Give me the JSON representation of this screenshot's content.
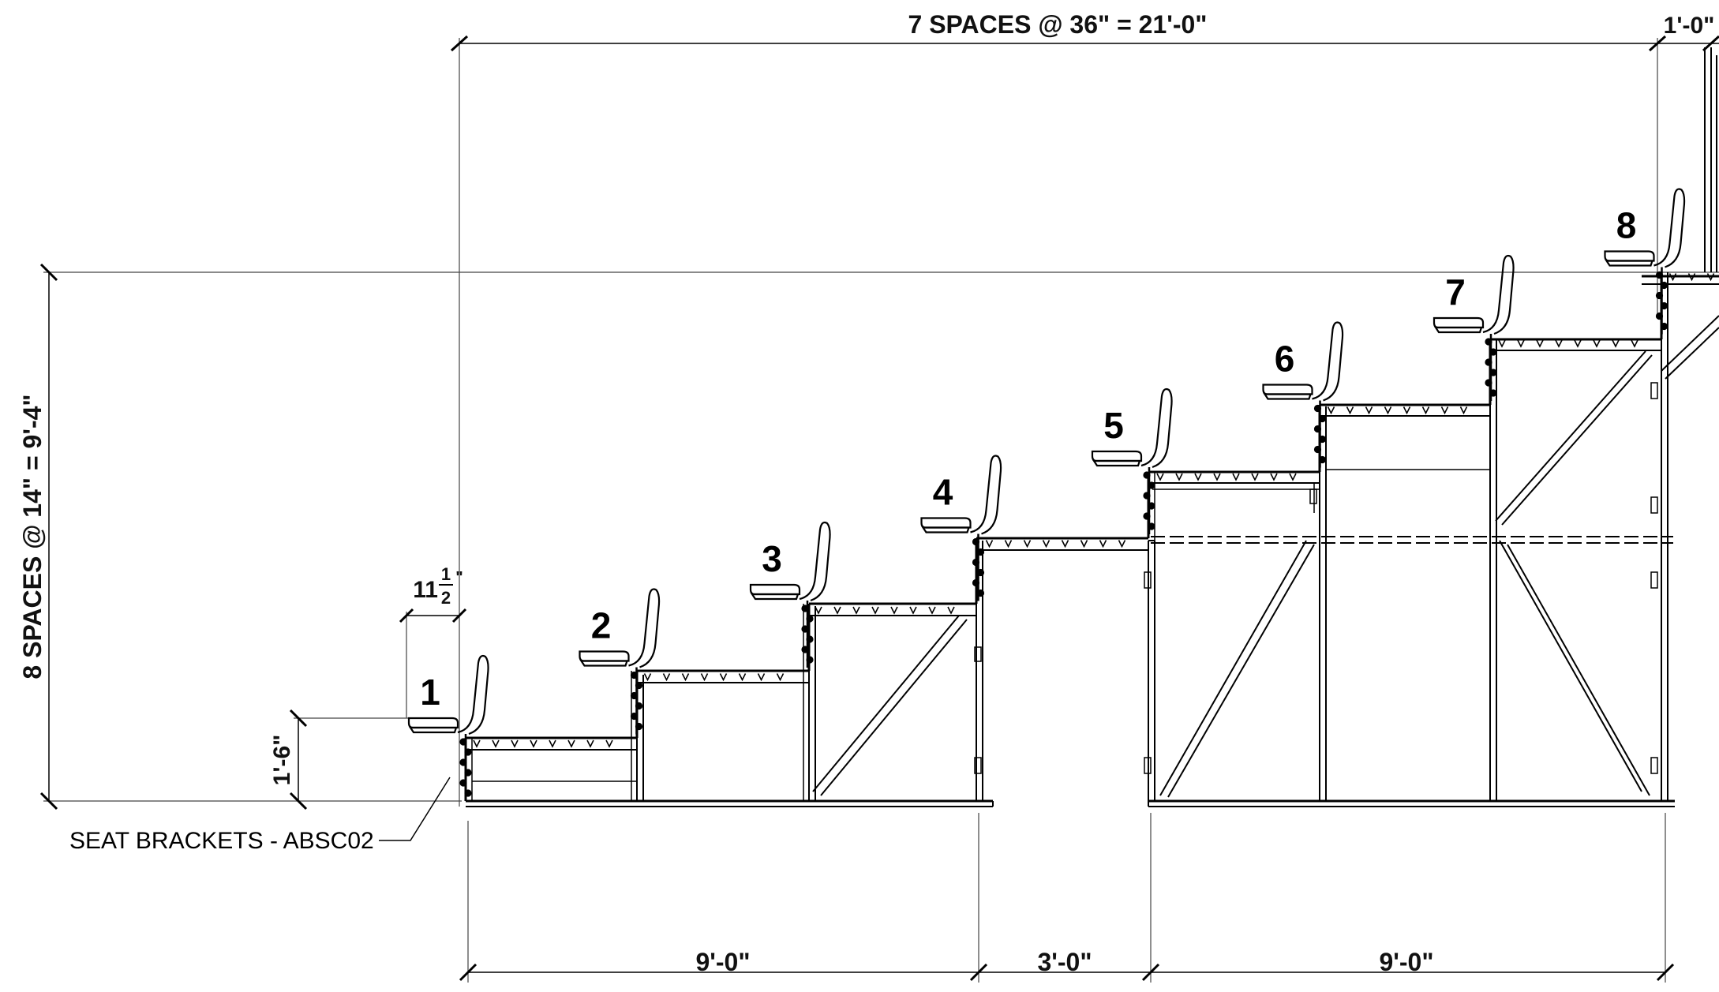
{
  "dimensions": {
    "top_overall": "7 SPACES @ 36\" = 21'-0\"",
    "top_right": "1'-0\"",
    "left_overall": "8 SPACES @ 14\" = 9'-4\"",
    "seat_depth_whole": "11",
    "seat_depth_frac_num": "1",
    "seat_depth_frac_den": "2",
    "seat_height": "1'-6\"",
    "bottom_1": "9'-0\"",
    "bottom_2": "3'-0\"",
    "bottom_3": "9'-0\""
  },
  "callout": {
    "seat_brackets": "SEAT BRACKETS - ABSC02"
  },
  "rows": [
    "1",
    "2",
    "3",
    "4",
    "5",
    "6",
    "7",
    "8"
  ],
  "colors": {
    "line": "#000000",
    "dimension_line": "#333333"
  }
}
